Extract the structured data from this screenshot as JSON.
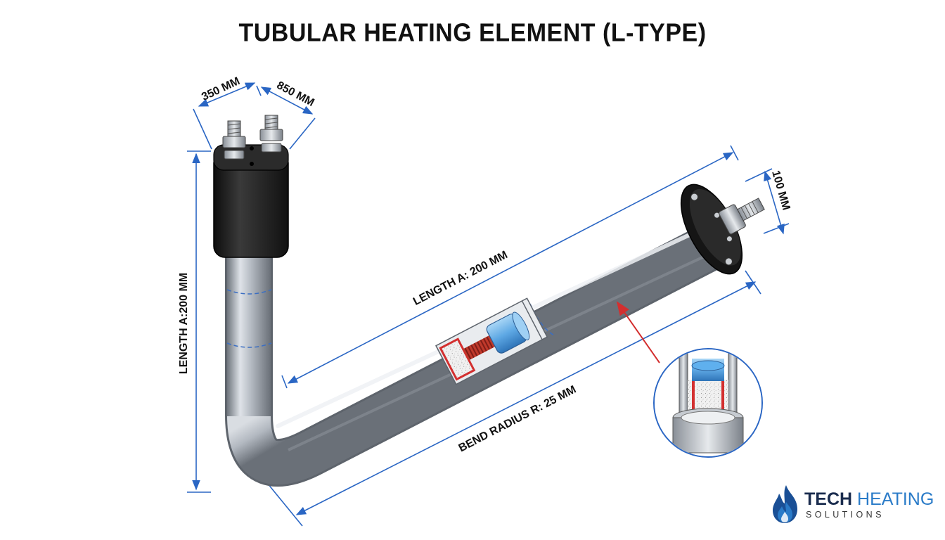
{
  "title": "TUBULAR HEATING ELEMENT (L-TYPE)",
  "dimensions": {
    "width_left": "350 MM",
    "width_right": "850 MM",
    "vertical_length": "LENGTH A:200 MM",
    "horizontal_length": "LENGTH A: 200 MM",
    "flange": "100 MM",
    "bend_radius": "BEND RADIUS R: 25 MM"
  },
  "logo": {
    "brand": "TECH",
    "word": "HEATING",
    "subtitle": "SOLUTIONS",
    "icon": "flame-icon"
  },
  "colors": {
    "dimension_line": "#2a66c4",
    "pointer": "#d32f2f",
    "tube": "#b8bec6",
    "terminal_block": "#1e1e1e",
    "insulation": "#f2f2f2",
    "coil": "#b5302a",
    "core": "#6fb4ea",
    "logo_dark": "#1a2c4e",
    "logo_blue": "#2a7bc8"
  }
}
